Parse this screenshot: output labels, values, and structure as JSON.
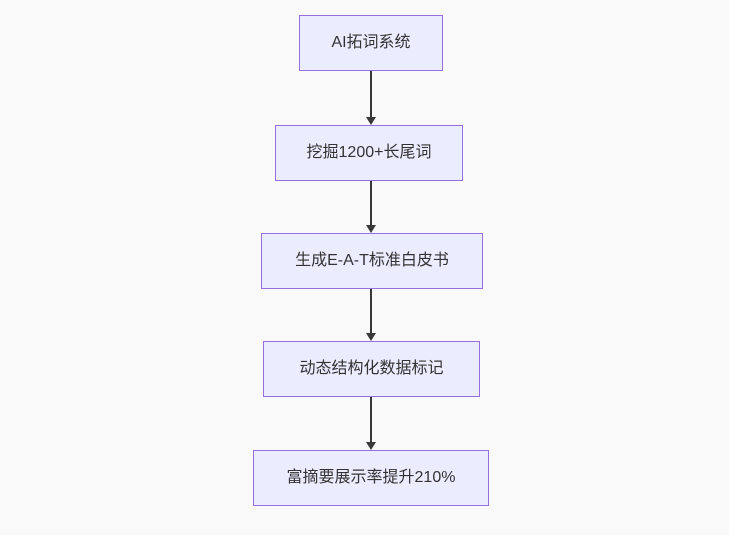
{
  "diagram": {
    "type": "flowchart",
    "direction": "top-down",
    "nodes": [
      {
        "id": "A",
        "label": "AI拓词系统",
        "shape": "rect"
      },
      {
        "id": "B",
        "label": "挖掘1200+长尾词",
        "shape": "rect"
      },
      {
        "id": "C",
        "label": "生成E-A-T标准白皮书",
        "shape": "rect"
      },
      {
        "id": "D",
        "label": "动态结构化数据标记",
        "shape": "rect"
      },
      {
        "id": "E",
        "label": "富摘要展示率提升210%",
        "shape": "rect"
      }
    ],
    "edges": [
      {
        "from": "A",
        "to": "B",
        "style": "arrow"
      },
      {
        "from": "B",
        "to": "C",
        "style": "arrow"
      },
      {
        "from": "C",
        "to": "D",
        "style": "arrow"
      },
      {
        "from": "D",
        "to": "E",
        "style": "arrow"
      }
    ],
    "colors": {
      "node_fill": "#ECECFF",
      "node_border": "#9370DB",
      "node_text": "#333333",
      "arrow": "#383838",
      "background": "#f9f9f9"
    }
  }
}
